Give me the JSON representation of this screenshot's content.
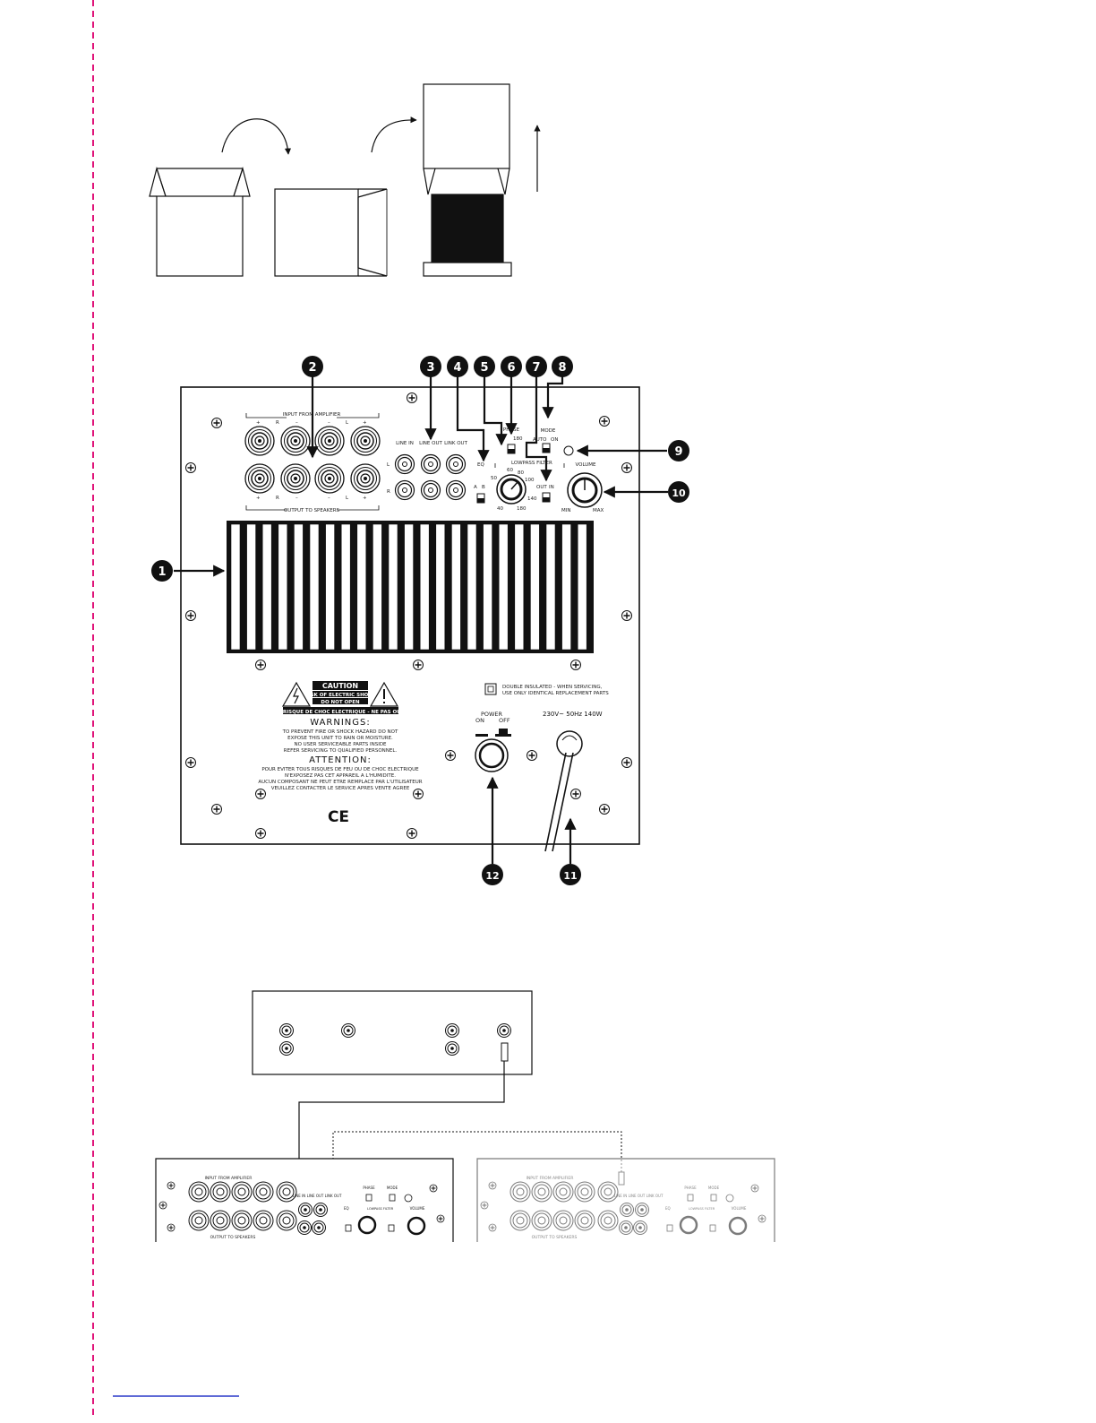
{
  "theme": {
    "margin_line_color": "#e0157a",
    "footer_line_color": "#2a38c8",
    "ink_color": "#111111"
  },
  "unpack": {
    "icons": [
      "curved-arrow-icon",
      "curved-arrow-icon",
      "up-arrow-icon"
    ]
  },
  "panel": {
    "input_header": "INPUT FROM AMPLIFIER",
    "output_footer": "OUTPUT TO SPEAKERS",
    "terminal_signs_top": [
      "+",
      "R",
      "–",
      "–",
      "L",
      "+"
    ],
    "terminal_signs_bottom": [
      "+",
      "R",
      "–",
      "–",
      "L",
      "+"
    ],
    "line_in": "LINE IN",
    "line_out": "LINE OUT",
    "link_out": "LINK OUT",
    "ch_l": "L",
    "ch_r": "R",
    "eq": "EQ",
    "eq_a": "A",
    "eq_b": "B",
    "phase": "PHASE",
    "phase_0": "0",
    "phase_180": "180",
    "lowpass_filter": "LOWPASS FILTER",
    "lp_scale": [
      "40",
      "50",
      "60",
      "80",
      "100",
      "140",
      "180"
    ],
    "out": "OUT",
    "in": "IN",
    "mode": "MODE",
    "auto": "AUTO",
    "on": "ON",
    "volume": "VOLUME",
    "min": "MIN",
    "max": "MAX",
    "double_insulated": [
      "DOUBLE INSULATED - WHEN SERVICING,",
      "USE ONLY IDENTICAL REPLACEMENT PARTS"
    ],
    "power_rating": "230V~ 50Hz  140W",
    "power": "POWER",
    "power_on": "ON",
    "power_off": "OFF",
    "caution": "CAUTION",
    "risk": "RISK OF ELECTRIC SHOCK",
    "do_not_open": "DO NOT OPEN",
    "avis": "AVIS: RISQUE DE CHOC ELECTRIQUE - NE PAS OUVRIR",
    "warnings_title": "WARNINGS:",
    "warnings": [
      "TO PREVENT FIRE OR SHOCK HAZARD DO NOT",
      "EXPOSE THIS UNIT TO RAIN OR MOISTURE.",
      "NO USER SERVICEABLE PARTS INSIDE",
      "REFER SERVICING TO QUALIFIED PERSONNEL."
    ],
    "attention_title": "ATTENTION:",
    "attention": [
      "POUR EVITER TOUS RISQUES DE FEU OU DE CHOC ELECTRIQUE",
      "N'EXPOSEZ PAS CET APPAREIL A L'HUMIDITE.",
      "AUCUN COMPOSANT NE PEUT ETRE REMPLACE PAR L'UTILISATEUR",
      "VEUILLEZ CONTACTER LE SERVICE APRES VENTE AGREE"
    ],
    "ce_mark": "CE"
  },
  "callouts": [
    "1",
    "2",
    "3",
    "4",
    "5",
    "6",
    "7",
    "8",
    "9",
    "10",
    "11",
    "12"
  ],
  "link_diagram": {
    "input_header": "INPUT FROM AMPLIFIER",
    "output_footer": "OUTPUT TO SPEAKERS",
    "line_in": "LINE IN",
    "line_out": "LINE OUT",
    "link_out": "LINK OUT",
    "phase": "PHASE",
    "mode": "MODE",
    "volume": "VOLUME",
    "eq": "EQ",
    "lowpass_filter": "LOWPASS FILTER"
  }
}
